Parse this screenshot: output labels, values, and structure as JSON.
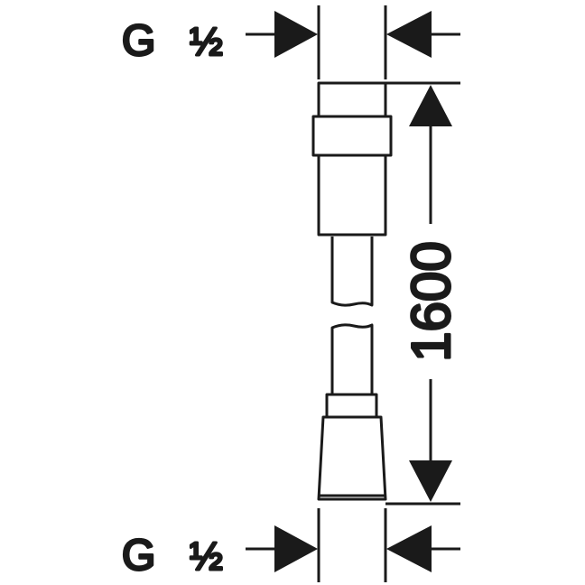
{
  "top_thread": {
    "letter": "G",
    "size": "½"
  },
  "bottom_thread": {
    "letter": "G",
    "size": "½"
  },
  "length_dimension": "1600",
  "colors": {
    "stroke": "#1a1a1a",
    "background": "#ffffff"
  }
}
